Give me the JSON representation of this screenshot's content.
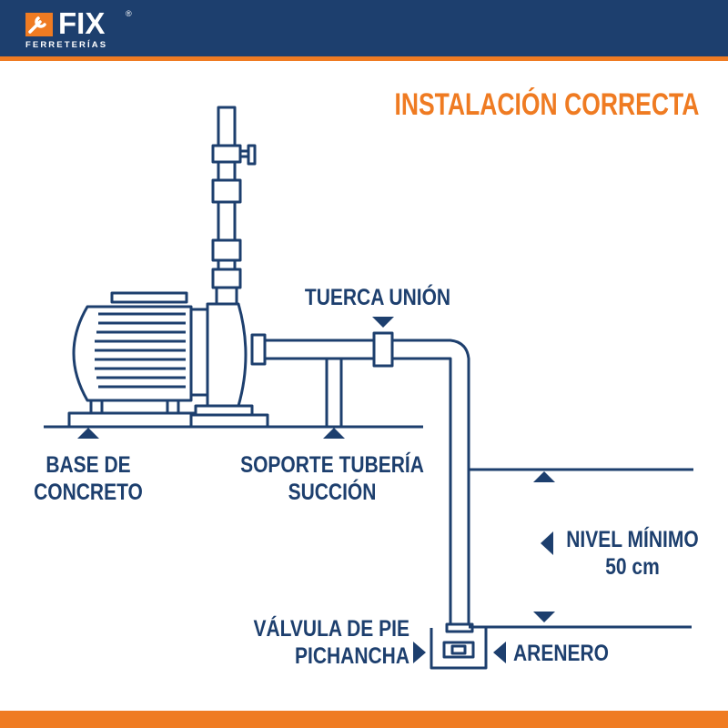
{
  "brand": {
    "name": "FIX",
    "registered": "®",
    "subtitle": "FERRETERÍAS"
  },
  "colors": {
    "navy": "#1d3f6e",
    "orange": "#ef7b22",
    "background": "#ffffff"
  },
  "title": "INSTALACIÓN CORRECTA",
  "labels": {
    "tuerca_union": "TUERCA UNIÓN",
    "base_line1": "BASE DE",
    "base_line2": "CONCRETO",
    "soporte_line1": "SOPORTE TUBERÍA",
    "soporte_line2": "SUCCIÓN",
    "nivel_line1": "NIVEL MÍNIMO",
    "nivel_line2": "50 cm",
    "valvula_line1": "VÁLVULA DE PIE",
    "valvula_line2": "PICHANCHA",
    "arenero": "ARENERO"
  }
}
